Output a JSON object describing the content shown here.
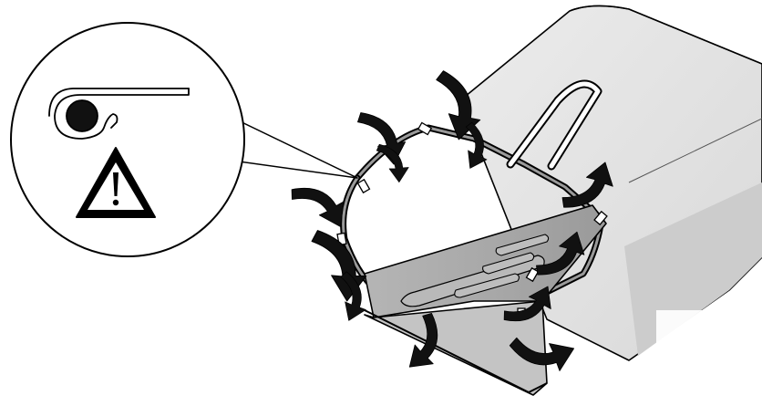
{
  "diagram": {
    "type": "instruction-illustration",
    "subject": "grass-catcher-bag-with-frame",
    "callout": {
      "icons": [
        "spring-hinge-icon",
        "warning-triangle-icon"
      ]
    },
    "arrows": {
      "count": 12,
      "direction": "clockwise-around-frame-rim"
    },
    "colors": {
      "outline": "#000000",
      "bag_fill": "#e6e6e6",
      "bag_shadow": "#cfcfcf",
      "tray_fill": "#a8a8a8",
      "tray_light": "#c2c2c2",
      "arrow_fill": "#111111",
      "background": "#ffffff"
    }
  }
}
